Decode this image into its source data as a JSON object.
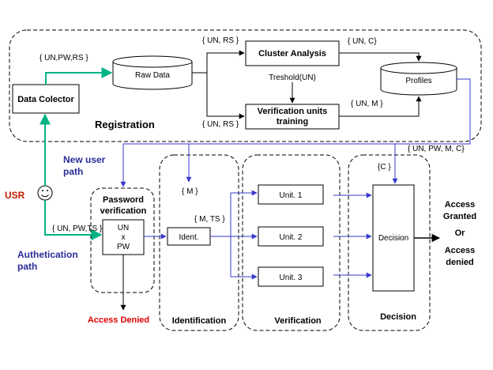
{
  "sections": {
    "registration": "Registration",
    "identification": "Identification",
    "verification": "Verification",
    "decision": "Decision"
  },
  "boxes": {
    "data_collector": "Data Colector",
    "raw_data": "Raw Data",
    "cluster_analysis": "Cluster Analysis",
    "verif_training_line1": "Verification units",
    "verif_training_line2": "training",
    "profiles": "Profiles",
    "password_verif_line1": "Password",
    "password_verif_line2": "verification",
    "unpw_line1": "UN",
    "unpw_line2": "x",
    "unpw_line3": "PW",
    "ident": "Ident.",
    "unit1": "Unit. 1",
    "unit2": "Unit. 2",
    "unit3": "Unit. 3",
    "decision_box": "Decision"
  },
  "labels": {
    "un_pw_rs": "{ UN,PW,RS }",
    "un_rs_top": "{ UN, RS }",
    "un_c": "{ UN, C}",
    "treshold": "Treshold(UN)",
    "un_m": "{ UN, M }",
    "un_rs_bottom": "{ UN, RS }",
    "un_pw_m_c": "{ UN, PW, M, C}",
    "new_user_line1": "New user",
    "new_user_line2": "path",
    "usr": "USR",
    "un_pw_ts": "{ UN, PW,TS }",
    "auth_line1": "Authetication",
    "auth_line2": "path",
    "m": "{ M }",
    "m_ts": "{ M, TS }",
    "c": "{C }",
    "access_granted_line1": "Access",
    "access_granted_line2": "Granted",
    "or": "Or",
    "access_denied_line1": "Access",
    "access_denied_line2": "denied",
    "access_denied_red": "Access Denied"
  },
  "colors": {
    "green": "#00b386",
    "blue": "#3a3acc",
    "black": "#000000",
    "red": "#e00000"
  },
  "icons": {
    "user": "smiley-face-icon"
  }
}
